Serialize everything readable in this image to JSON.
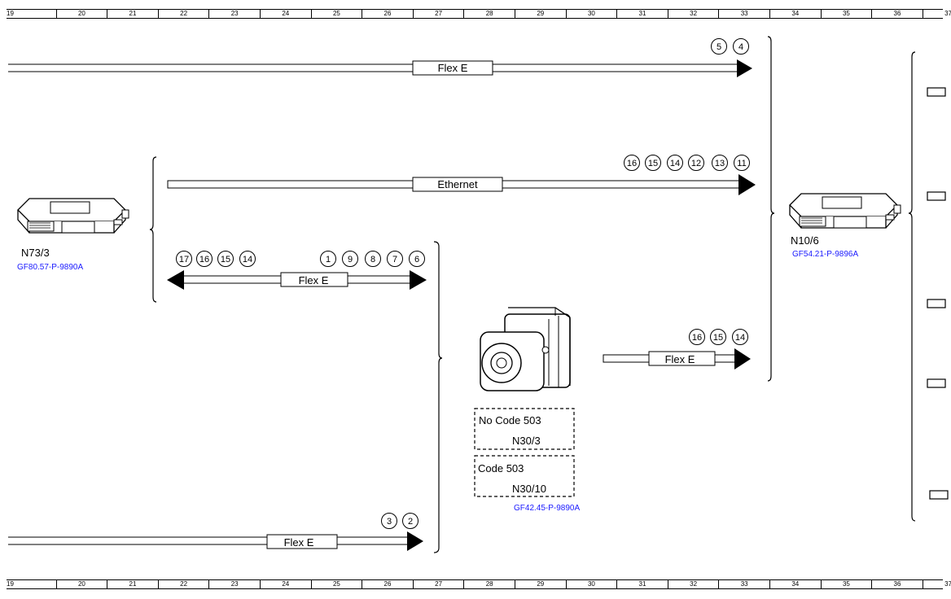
{
  "ruler": {
    "columns": [
      "19",
      "20",
      "21",
      "22",
      "23",
      "24",
      "25",
      "26",
      "27",
      "28",
      "29",
      "30",
      "31",
      "32",
      "33",
      "34",
      "35",
      "36",
      "37"
    ]
  },
  "components": {
    "n73_3": {
      "label": "N73/3",
      "ref": "GF80.57-P-9890A",
      "icon": "control-unit-icon"
    },
    "n10_6": {
      "label": "N10/6",
      "ref": "GF54.21-P-9896A",
      "icon": "control-unit-icon"
    },
    "n30": {
      "icon": "abs-esp-unit-icon",
      "ref": "GF42.45-P-9890A",
      "variant_a": {
        "code": "No Code 503",
        "label": "N30/3"
      },
      "variant_b": {
        "code": "Code 503",
        "label": "N30/10"
      }
    }
  },
  "buses": {
    "top_flex": {
      "label": "Flex E",
      "pins": [
        "5",
        "4"
      ]
    },
    "ethernet": {
      "label": "Ethernet",
      "pins": [
        "16",
        "15",
        "14",
        "12",
        "13",
        "11"
      ]
    },
    "mid_flex": {
      "label": "Flex E",
      "pins_left": [
        "17",
        "16",
        "15",
        "14"
      ],
      "pins_right": [
        "1",
        "9",
        "8",
        "7",
        "6"
      ]
    },
    "n30_flex": {
      "label": "Flex E",
      "pins": [
        "16",
        "15",
        "14"
      ]
    },
    "bottom_flex": {
      "label": "Flex E",
      "pins": [
        "3",
        "2"
      ]
    }
  }
}
